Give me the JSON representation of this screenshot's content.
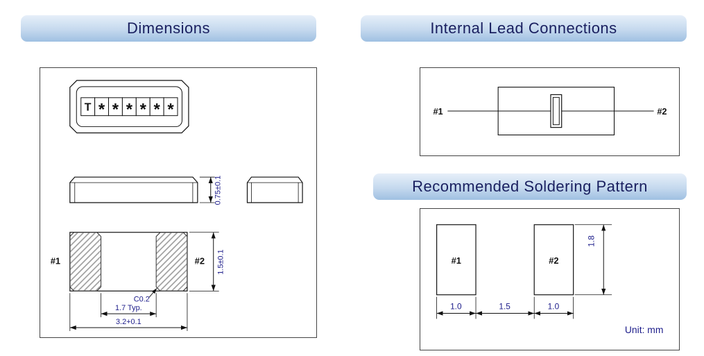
{
  "dimensions": {
    "title": "Dimensions",
    "marking": [
      "T",
      "*",
      "*",
      "*",
      "*",
      "*",
      "*"
    ],
    "pad1_label": "#1",
    "pad2_label": "#2",
    "dim_height": "0.75±0.1",
    "dim_width": "1.5±0.1",
    "chamfer": "C0.2",
    "dim_inner_pads": "1.7 Typ.",
    "dim_length": "3.2+0.1"
  },
  "internal_lead_connections": {
    "title": "Internal Lead Connections",
    "lead1_label": "#1",
    "lead2_label": "#2"
  },
  "soldering_pattern": {
    "title": "Recommended Soldering Pattern",
    "pad1_label": "#1",
    "pad2_label": "#2",
    "dim_pad1_width": "1.0",
    "dim_gap": "1.5",
    "dim_pad2_width": "1.0",
    "dim_pad_height": "1.8",
    "unit_note": "Unit: mm"
  },
  "colors": {
    "header_gradient_top": "#e6eff9",
    "header_gradient_bottom": "#9fc0e2",
    "title_text": "#1a2060",
    "dimension_text": "#1c1c8a",
    "drawing_line": "#111111"
  }
}
